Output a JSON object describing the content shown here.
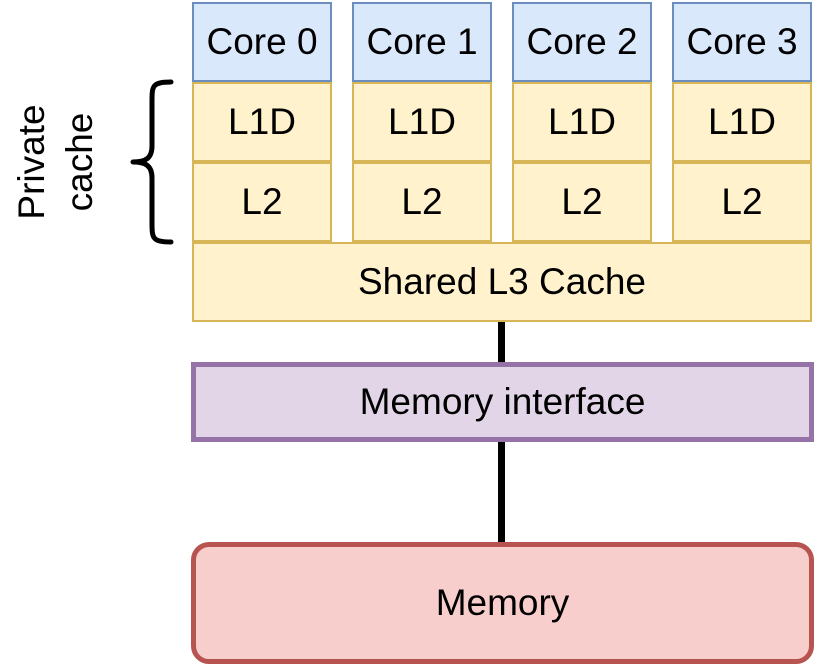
{
  "cores": [
    {
      "core": "Core 0",
      "l1d": "L1D",
      "l2": "L2"
    },
    {
      "core": "Core 1",
      "l1d": "L1D",
      "l2": "L2"
    },
    {
      "core": "Core 2",
      "l1d": "L1D",
      "l2": "L2"
    },
    {
      "core": "Core 3",
      "l1d": "L1D",
      "l2": "L2"
    }
  ],
  "private_cache_label": {
    "line1": "Private",
    "line2": "cache"
  },
  "shared_l3": "Shared L3 Cache",
  "memory_interface": "Memory interface",
  "memory": "Memory",
  "colors": {
    "core_fill": "#dae8fc",
    "core_stroke": "#6c8ebf",
    "cache_fill": "#fff2cc",
    "cache_stroke": "#d6b656",
    "interface_fill": "#e1d5e7",
    "interface_stroke": "#9673a6",
    "memory_fill": "#f8cecc",
    "memory_stroke": "#b85450"
  }
}
